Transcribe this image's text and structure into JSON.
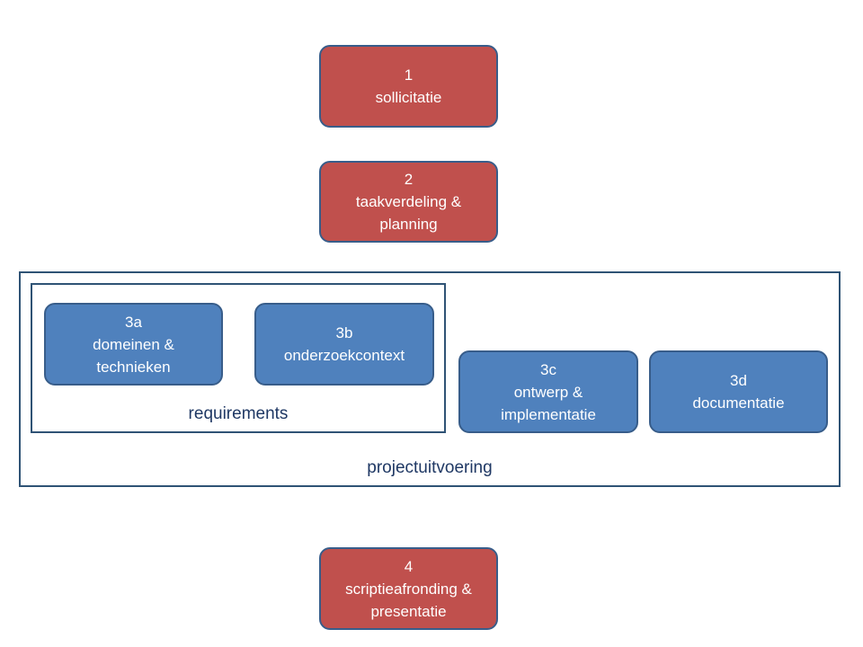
{
  "boxes": {
    "step1": {
      "number": "1",
      "label": "sollicitatie"
    },
    "step2": {
      "number": "2",
      "line1": "taakverdeling &",
      "line2": "planning"
    },
    "step3a": {
      "number": "3a",
      "line1": "domeinen &",
      "line2": "technieken"
    },
    "step3b": {
      "number": "3b",
      "label": "onderzoekcontext"
    },
    "step3c": {
      "number": "3c",
      "line1": "ontwerp &",
      "line2": "implementatie"
    },
    "step3d": {
      "number": "3d",
      "label": "documentatie"
    },
    "step4": {
      "number": "4",
      "line1": "scriptieafronding &",
      "line2": "presentatie"
    }
  },
  "groups": {
    "requirements": "requirements",
    "projectuitvoering": "projectuitvoering"
  },
  "colors": {
    "phase_fill": "#c0504d",
    "task_fill": "#4f81bd",
    "border": "#385d8a",
    "frame_label": "#1f3864"
  }
}
